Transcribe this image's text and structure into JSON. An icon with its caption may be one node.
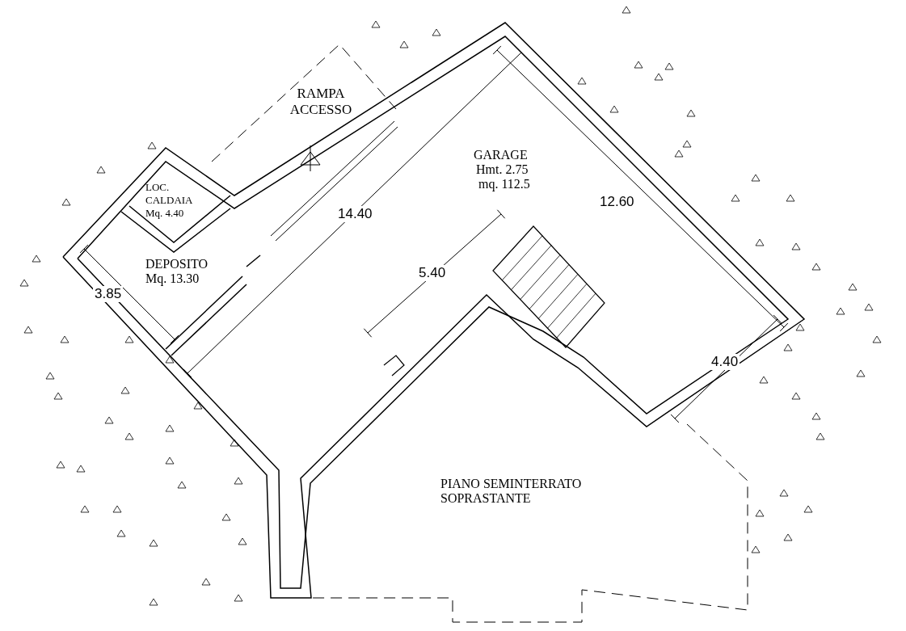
{
  "diagram": {
    "nodes": [
      {
        "text": [
          "RAMPA ACCESSO"
        ]
      },
      {
        "text": [
          "LOC. CALDAIA",
          "Mq. 4.40"
        ]
      },
      {
        "text": [
          "GARAGE",
          "Hmt. 2.75",
          "mq. 112.5"
        ]
      },
      {
        "text": [
          "DEPOSITO",
          "Mq. 13.30"
        ]
      },
      {
        "text": [
          "PIANO SEMINTERRATO SOPRASTANTE"
        ]
      }
    ],
    "labels": [
      "14.40",
      "12.60",
      "5.40",
      "3.85",
      "4.40"
    ]
  }
}
